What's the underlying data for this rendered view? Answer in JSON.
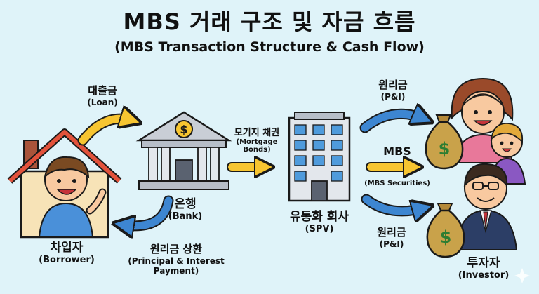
{
  "title": "MBS 거래 구조 및 자금 흐름",
  "subtitle": "(MBS Transaction Structure & Cash Flow)",
  "nodes": {
    "borrower": {
      "ko": "차입자",
      "en": "(Borrower)"
    },
    "bank": {
      "ko": "은행",
      "en": "(Bank)"
    },
    "spv": {
      "ko": "유동화 회사",
      "en": "(SPV)"
    },
    "investor": {
      "ko": "투자자",
      "en": "(Investor)"
    }
  },
  "flows": {
    "loan": {
      "ko": "대출금",
      "en": "(Loan)"
    },
    "repayment": {
      "ko": "원리금 상환",
      "en_line1": "(Principal & Interest",
      "en_line2": "Payment)"
    },
    "mortgage": {
      "ko": "모기지 채권",
      "en_line1": "(Mortgage",
      "en_line2": "Bonds)"
    },
    "pi_top": {
      "ko": "원리금",
      "en": "(P&I)"
    },
    "mbs": {
      "ko": "MBS",
      "en": "(MBS Securities)"
    },
    "pi_bottom": {
      "ko": "원리금",
      "en": "(P&I)"
    }
  },
  "icons": {
    "dollar": "$"
  },
  "colors": {
    "yellow_arrow": "#f7c531",
    "blue_arrow": "#3d86d1",
    "background": "#dff3f9"
  }
}
